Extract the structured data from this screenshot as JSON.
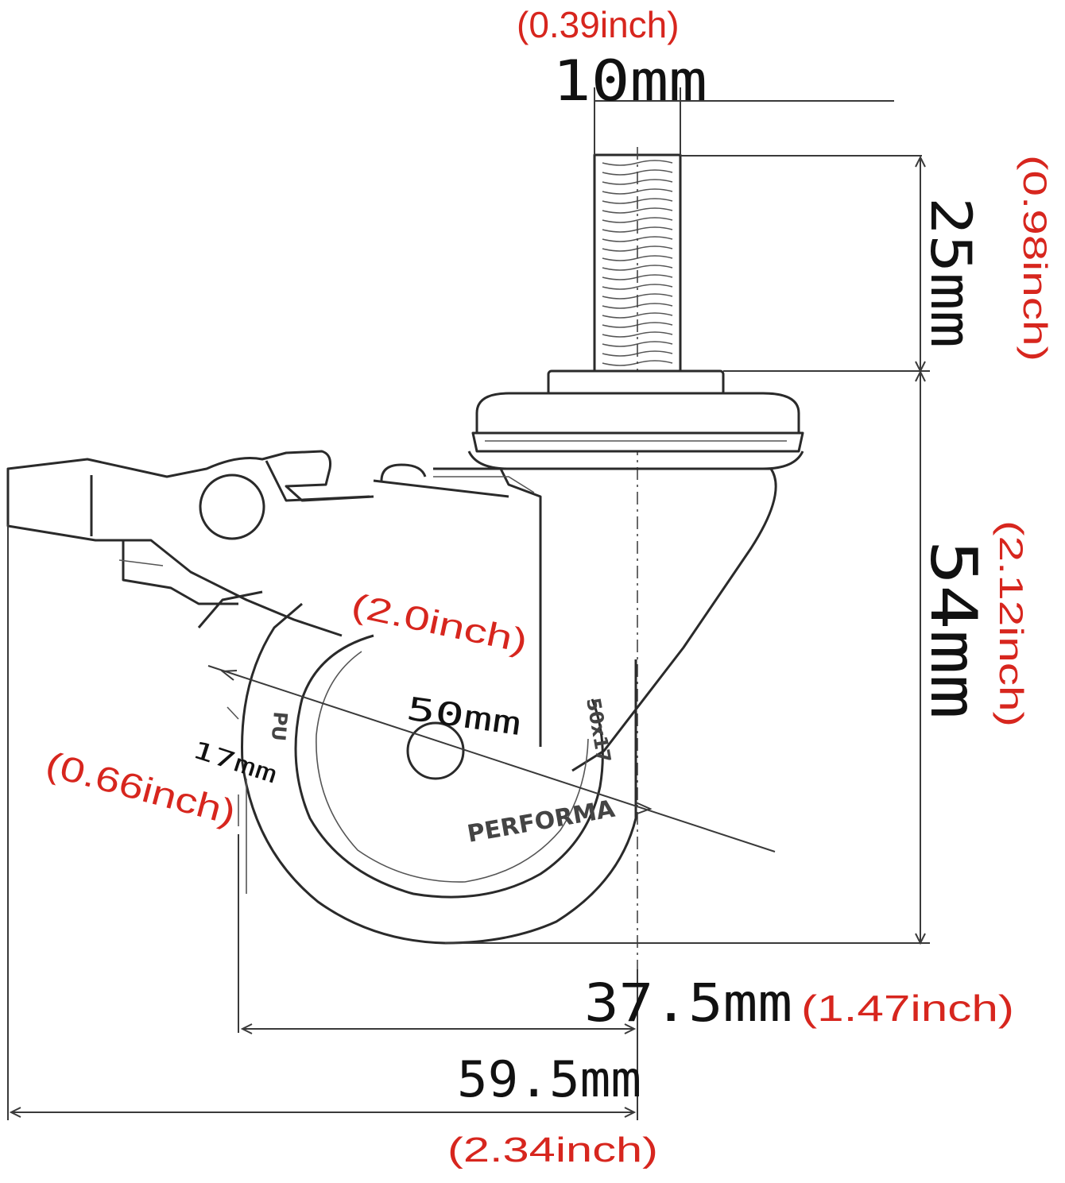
{
  "dimensions": {
    "stem_diameter": {
      "mm": "10mm",
      "inch": "(0.39inch)"
    },
    "stem_length": {
      "mm": "25mm",
      "inch": "(0.98inch)"
    },
    "total_height": {
      "mm": "54mm",
      "inch": "(2.12inch)"
    },
    "wheel_diameter": {
      "mm": "50mm",
      "inch": "(2.0inch)"
    },
    "wheel_width": {
      "mm": "17mm",
      "inch": "(0.66inch)"
    },
    "swivel_offset": {
      "mm": "37.5mm",
      "inch": "(1.47inch)"
    },
    "overall_length": {
      "mm": "59.5mm",
      "inch": "(2.34inch)"
    }
  },
  "wheel_markings": {
    "brand": "PERFORMA",
    "size": "50x17",
    "side": "PU"
  },
  "colors": {
    "line": "#2a2a2a",
    "inch_text": "#d7261e",
    "mm_text": "#111111"
  }
}
